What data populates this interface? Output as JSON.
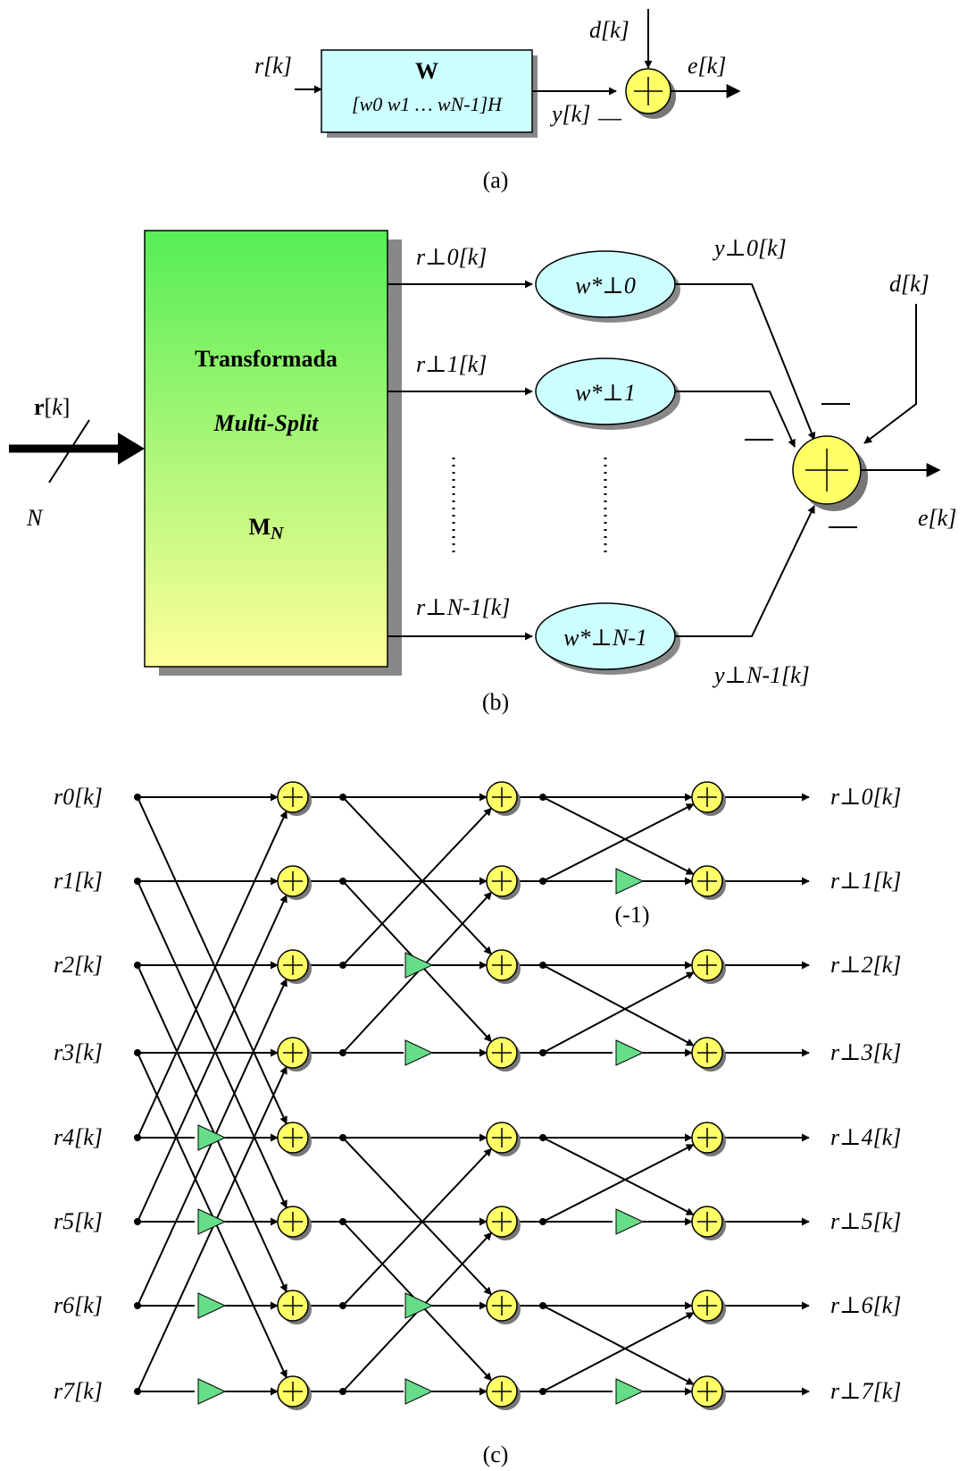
{
  "panel_a": {
    "input": "r[k]",
    "block_title": "W",
    "block_formula": "[w0 w1 … wN-1]H",
    "desired": "d[k]",
    "output": "y[k]",
    "error": "e[k]",
    "minus": "—",
    "caption": "(a)"
  },
  "panel_b": {
    "input": "r[k]",
    "bus_size": "N",
    "block_line1": "Transformada",
    "block_line2": "Multi-Split",
    "block_line3": "MN",
    "branches": [
      {
        "signal": "r⊥0[k]",
        "weight": "w*⊥0",
        "output": "y⊥0[k]"
      },
      {
        "signal": "r⊥1[k]",
        "weight": "w*⊥1",
        "output": ""
      },
      {
        "signal": "r⊥N-1[k]",
        "weight": "w*⊥N-1",
        "output": "y⊥N-1[k]"
      }
    ],
    "desired": "d[k]",
    "error": "e[k]",
    "caption": "(b)"
  },
  "panel_c": {
    "inputs": [
      "r0[k]",
      "r1[k]",
      "r2[k]",
      "r3[k]",
      "r4[k]",
      "r5[k]",
      "r6[k]",
      "r7[k]"
    ],
    "outputs": [
      "r⊥0[k]",
      "r⊥1[k]",
      "r⊥2[k]",
      "r⊥3[k]",
      "r⊥4[k]",
      "r⊥5[k]",
      "r⊥6[k]",
      "r⊥7[k]"
    ],
    "gain_label": "(-1)",
    "caption": "(c)"
  },
  "colors": {
    "adder_fill": "#ffff66",
    "block_fill": "#ccffff",
    "weight_fill": "#ccffff",
    "gain_fill": "#66dd88",
    "transform_top": "#55ee55",
    "transform_bottom": "#ffff99"
  }
}
